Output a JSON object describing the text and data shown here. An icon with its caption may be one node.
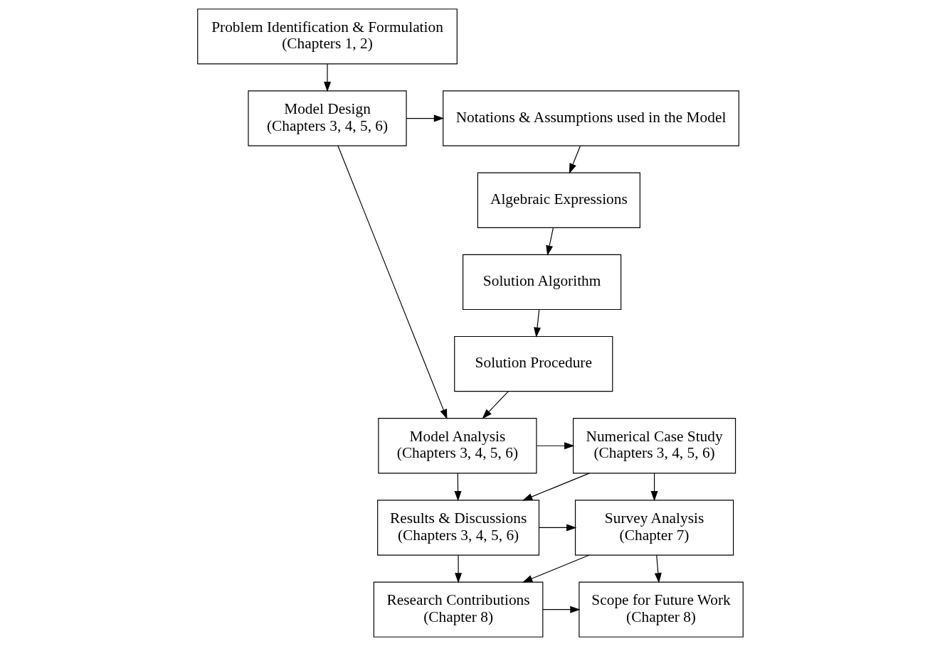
{
  "diagram": {
    "nodes": [
      {
        "text": [
          "Problem Identification & Formulation",
          "(Chapters 1, 2)"
        ]
      },
      {
        "text": [
          "Model Design",
          "(Chapters 3, 4, 5, 6)"
        ]
      },
      {
        "text": [
          "Notations & Assumptions used in the Model"
        ]
      },
      {
        "text": [
          "Algebraic Expressions"
        ]
      },
      {
        "text": [
          "Solution Algorithm"
        ]
      },
      {
        "text": [
          "Solution Procedure"
        ]
      },
      {
        "text": [
          "Model Analysis",
          "(Chapters 3, 4, 5, 6)"
        ]
      },
      {
        "text": [
          "Numerical Case Study",
          "(Chapters 3, 4, 5, 6)"
        ]
      },
      {
        "text": [
          "Results & Discussions",
          "(Chapters 3, 4, 5, 6)"
        ]
      },
      {
        "text": [
          "Survey Analysis",
          "(Chapter 7)"
        ]
      },
      {
        "text": [
          "Research Contributions",
          "(Chapter 8)"
        ]
      },
      {
        "text": [
          "Scope for Future Work",
          "(Chapter 8)"
        ]
      }
    ],
    "edges": [
      {
        "from": 0,
        "to": 1,
        "arrow": "to"
      },
      {
        "from": 1,
        "to": 2,
        "arrow": "to"
      },
      {
        "from": 2,
        "to": 3,
        "arrow": "to"
      },
      {
        "from": 3,
        "to": 4,
        "arrow": "to"
      },
      {
        "from": 4,
        "to": 5,
        "arrow": "to"
      },
      {
        "from": 5,
        "to": 6,
        "arrow": "to"
      },
      {
        "from": 1,
        "to": 6,
        "arrow": "to"
      },
      {
        "from": 6,
        "to": 7,
        "arrow": "to"
      },
      {
        "from": 6,
        "to": 8,
        "arrow": "to"
      },
      {
        "from": 7,
        "to": 8,
        "arrow": "to"
      },
      {
        "from": 7,
        "to": 9,
        "arrow": "to"
      },
      {
        "from": 8,
        "to": 9,
        "arrow": "to"
      },
      {
        "from": 8,
        "to": 10,
        "arrow": "to"
      },
      {
        "from": 9,
        "to": 10,
        "arrow": "to"
      },
      {
        "from": 9,
        "to": 11,
        "arrow": "to"
      },
      {
        "from": 10,
        "to": 11,
        "arrow": "to"
      }
    ]
  }
}
